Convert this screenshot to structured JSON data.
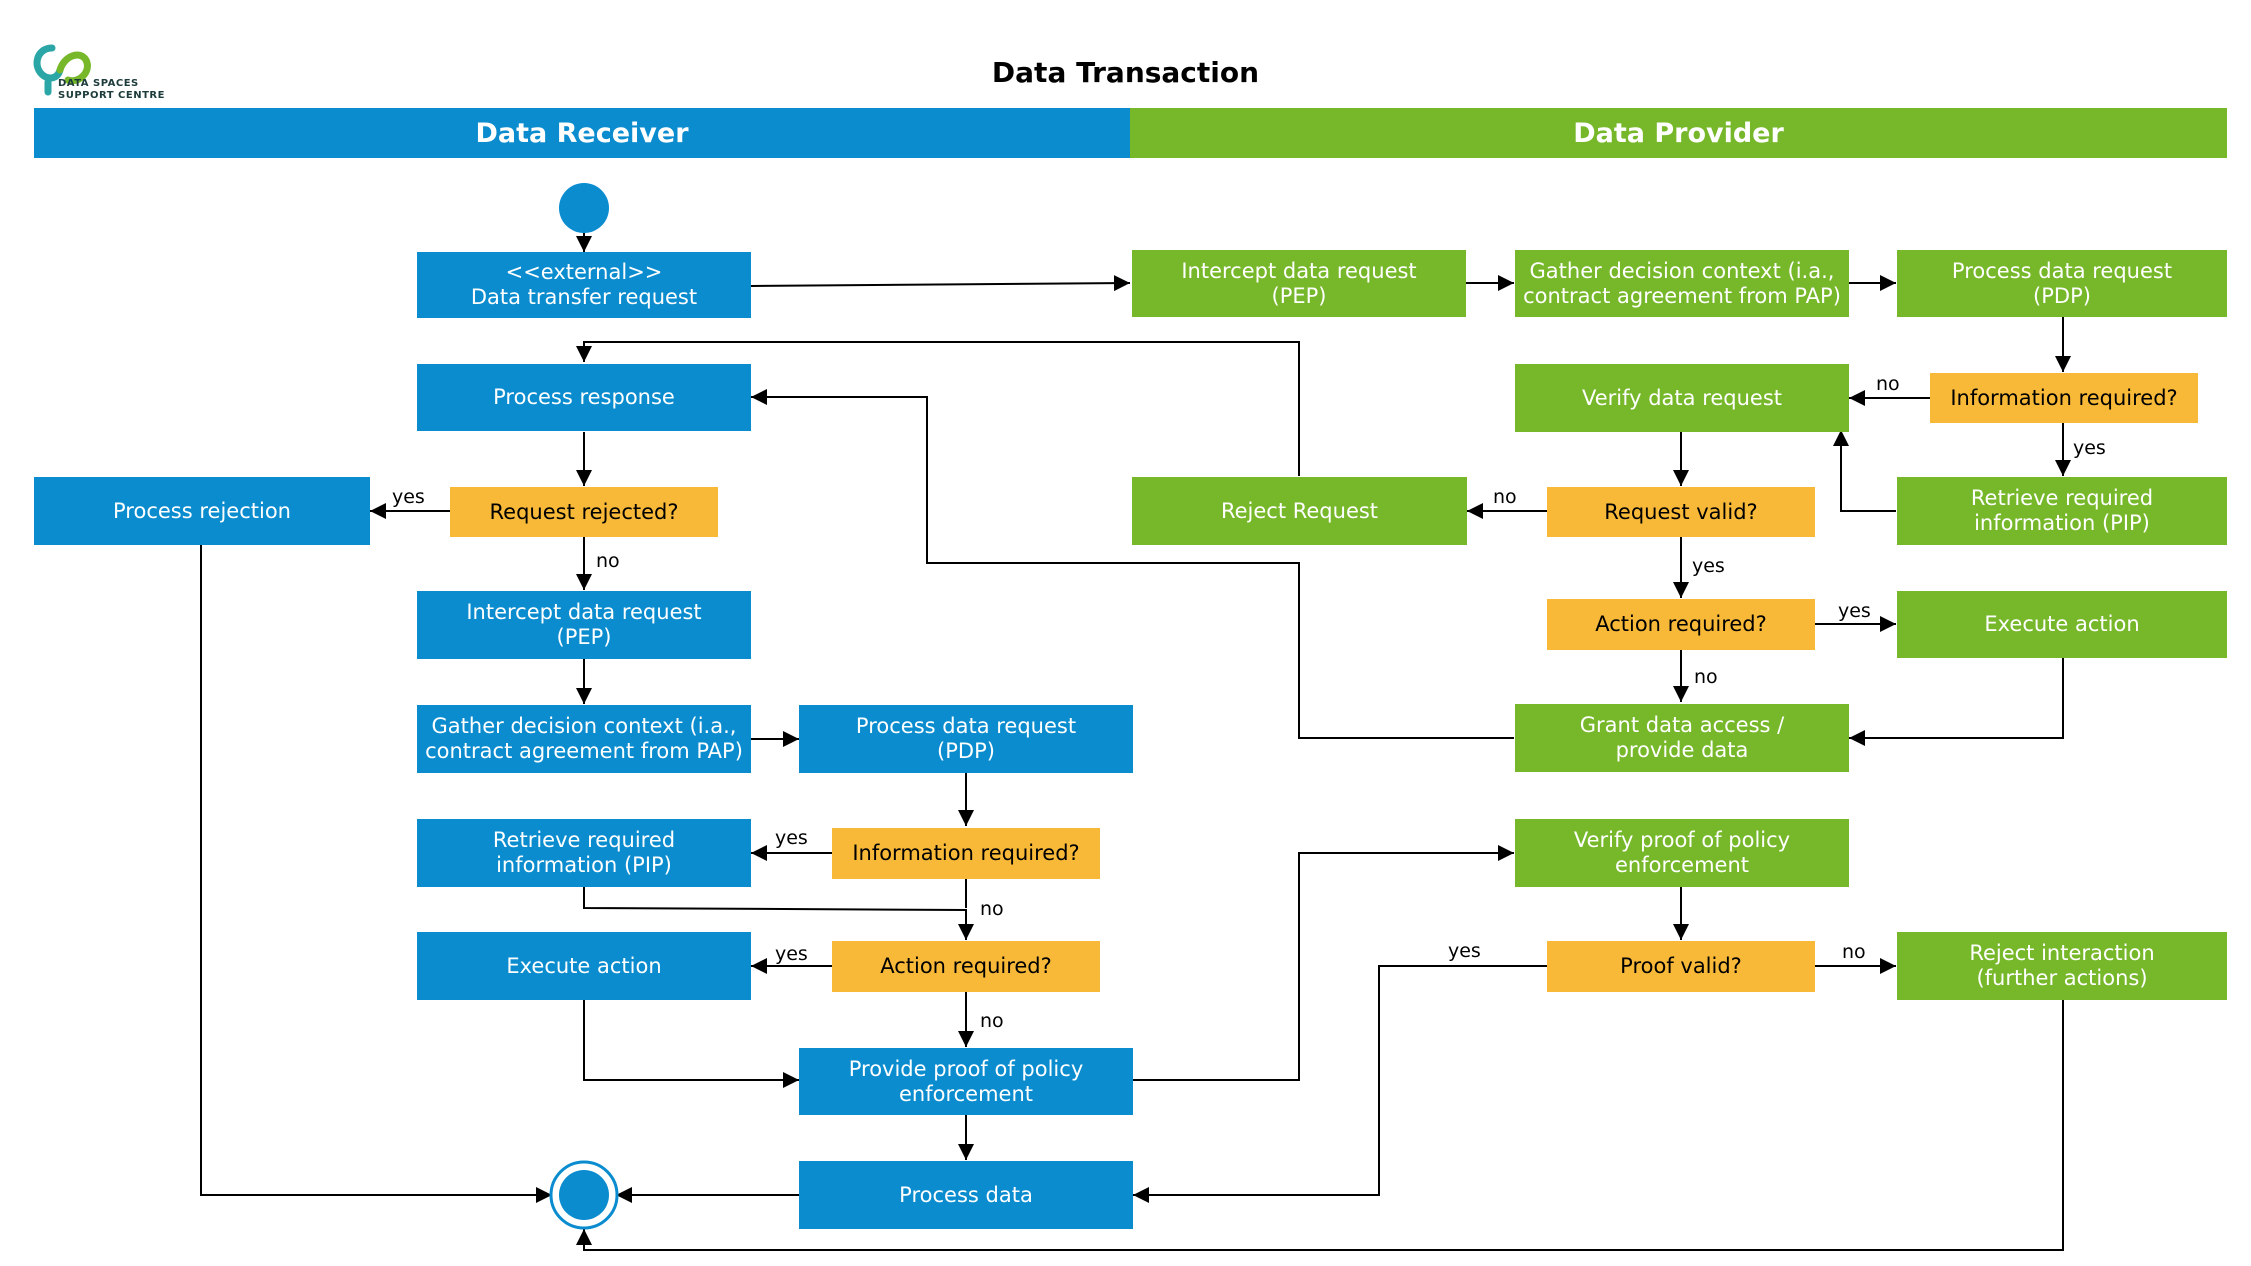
{
  "logo": {
    "text_line1": "DATA SPACES",
    "text_line2": "SUPPORT CENTRE",
    "icon": "dssc-logo-icon"
  },
  "title": "Data Transaction",
  "lanes": {
    "receiver": "Data Receiver",
    "provider": "Data Provider"
  },
  "colors": {
    "receiver": "#0a8ccf",
    "provider": "#76b82a",
    "decision": "#f8b939",
    "line": "#000000"
  },
  "nodes": {
    "data_transfer_request": "<<external>>\nData transfer request",
    "process_response": "Process response",
    "process_rejection": "Process rejection",
    "request_rejected": "Request rejected?",
    "intercept_receiver": "Intercept data request\n(PEP)",
    "gather_receiver": "Gather decision context (i.a.,\ncontract agreement from PAP)",
    "process_request_receiver": "Process data request\n(PDP)",
    "retrieve_receiver": "Retrieve required\ninformation (PIP)",
    "info_required_receiver": "Information required?",
    "execute_receiver": "Execute action",
    "action_required_receiver": "Action required?",
    "provide_proof": "Provide proof of policy\nenforcement",
    "process_data": "Process data",
    "intercept_provider": "Intercept data request\n(PEP)",
    "gather_provider": "Gather decision context (i.a.,\ncontract agreement from PAP)",
    "process_request_provider": "Process data request\n(PDP)",
    "verify_request": "Verify data request",
    "info_required_provider": "Information required?",
    "reject_request": "Reject Request",
    "request_valid": "Request valid?",
    "retrieve_provider": "Retrieve required\ninformation (PIP)",
    "action_required_provider": "Action required?",
    "execute_provider": "Execute action",
    "grant_access": "Grant data access /\nprovide data",
    "verify_proof": "Verify proof of policy\nenforcement",
    "proof_valid": "Proof valid?",
    "reject_interaction": "Reject interaction\n(further actions)"
  },
  "labels": {
    "yes": "yes",
    "no": "no"
  }
}
